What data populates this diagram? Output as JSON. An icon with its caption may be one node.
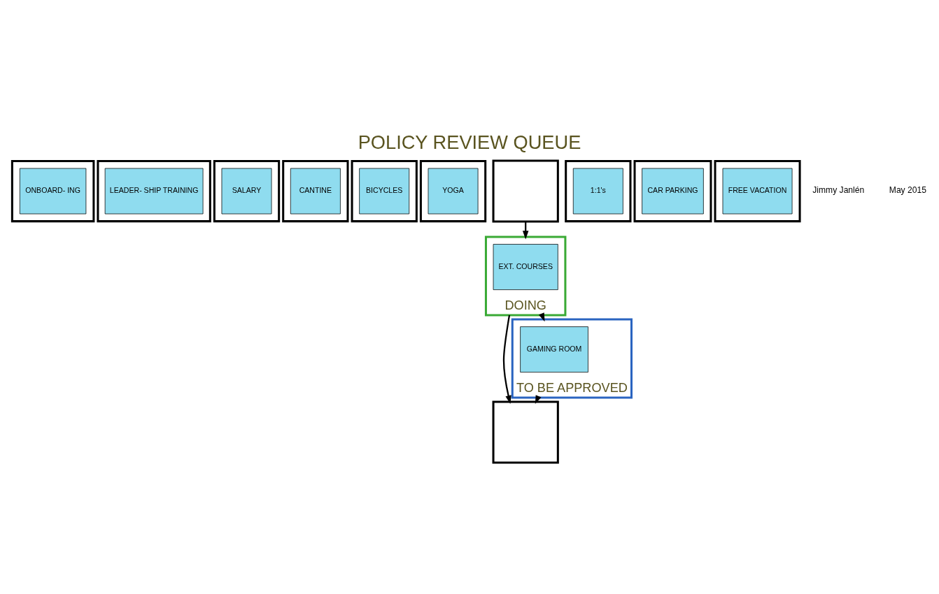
{
  "diagram": {
    "title": "POLICY REVIEW QUEUE",
    "nodes": [
      {
        "text": [],
        "shape": "box"
      },
      {
        "text": [
          "ONBOARD- ING"
        ],
        "in": 0
      },
      {
        "text": [],
        "shape": "box"
      },
      {
        "text": [
          "LEADER- SHIP TRAINING"
        ],
        "in": 2
      },
      {
        "text": [],
        "shape": "box"
      },
      {
        "text": [
          "SALARY"
        ],
        "in": 4
      },
      {
        "text": [],
        "shape": "box"
      },
      {
        "text": [
          "CANTINE"
        ],
        "in": 6
      },
      {
        "text": [],
        "shape": "box"
      },
      {
        "text": [
          "BICYCLES"
        ],
        "in": 8
      },
      {
        "text": [],
        "shape": "box"
      },
      {
        "text": [
          "YOGA"
        ],
        "in": 10
      },
      {
        "text": [],
        "shape": "box"
      },
      {
        "text": [],
        "shape": "box"
      },
      {
        "text": [
          "1:1's"
        ],
        "in": 13
      },
      {
        "text": [],
        "shape": "box"
      },
      {
        "text": [
          "CAR PARKING"
        ],
        "in": 15
      },
      {
        "text": [],
        "shape": "box"
      },
      {
        "text": [
          "FREE VACATION"
        ],
        "in": 17
      },
      {
        "text": [],
        "shape": "box"
      },
      {
        "text": [
          "DOING"
        ]
      },
      {
        "text": [
          "EXT. COURSES"
        ],
        "in": 20
      },
      {
        "text": [
          "TO BE APPROVED"
        ]
      },
      {
        "text": [
          "GAMING ROOM"
        ],
        "in": 22
      }
    ],
    "edges": [
      {
        "from": 12,
        "to": 20,
        "arrow": "to"
      },
      {
        "from": 20,
        "to": 19,
        "arrow": "to"
      },
      {
        "from": 20,
        "to": 22,
        "arrow": "to"
      },
      {
        "from": 22,
        "to": 19,
        "arrow": "to"
      }
    ],
    "labels": [
      "Jimmy Janlén",
      "May 2015"
    ]
  }
}
